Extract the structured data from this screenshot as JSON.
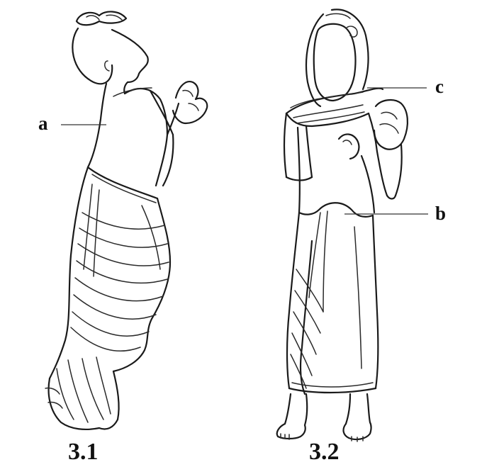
{
  "figures": [
    {
      "id": "fig-3-1",
      "caption": "3.1"
    },
    {
      "id": "fig-3-2",
      "caption": "3.2"
    }
  ],
  "callouts": {
    "a": "a",
    "b": "b",
    "c": "c"
  }
}
